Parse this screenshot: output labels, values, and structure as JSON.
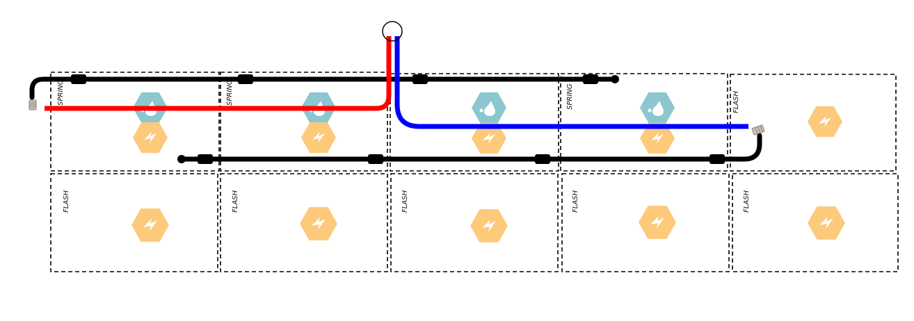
{
  "colors": {
    "hot_line": "#ff0000",
    "cold_line": "#0000ff",
    "rail": "#000000",
    "zone_border": "#000000",
    "water_icon": "#8cc6cf",
    "power_icon": "#fdc97a",
    "background": "#ffffff"
  },
  "zones": [
    {
      "id": "top-1",
      "label": "SPRING",
      "icons": [
        "water-icon",
        "power-icon"
      ]
    },
    {
      "id": "top-2",
      "label": "SPRING",
      "icons": [
        "water-icon",
        "power-icon"
      ]
    },
    {
      "id": "top-3",
      "label": "",
      "icons": [
        "water-icon",
        "power-icon"
      ]
    },
    {
      "id": "top-4",
      "label": "SPRING",
      "icons": [
        "water-icon",
        "power-icon"
      ]
    },
    {
      "id": "top-5",
      "label": "FLASH",
      "icons": [
        "power-icon"
      ]
    },
    {
      "id": "bottom-1",
      "label": "FLASH",
      "icons": [
        "power-icon"
      ]
    },
    {
      "id": "bottom-2",
      "label": "FLASH",
      "icons": [
        "power-icon"
      ]
    },
    {
      "id": "bottom-3",
      "label": "FLASH",
      "icons": [
        "power-icon"
      ]
    },
    {
      "id": "bottom-4",
      "label": "FLASH",
      "icons": [
        "power-icon"
      ]
    },
    {
      "id": "bottom-5",
      "label": "FLASH",
      "icons": [
        "power-icon"
      ]
    }
  ],
  "supply": {
    "icon": "supply-point-circle"
  },
  "fittings": [
    "valve-fitting-icon",
    "valve-fitting-icon"
  ]
}
